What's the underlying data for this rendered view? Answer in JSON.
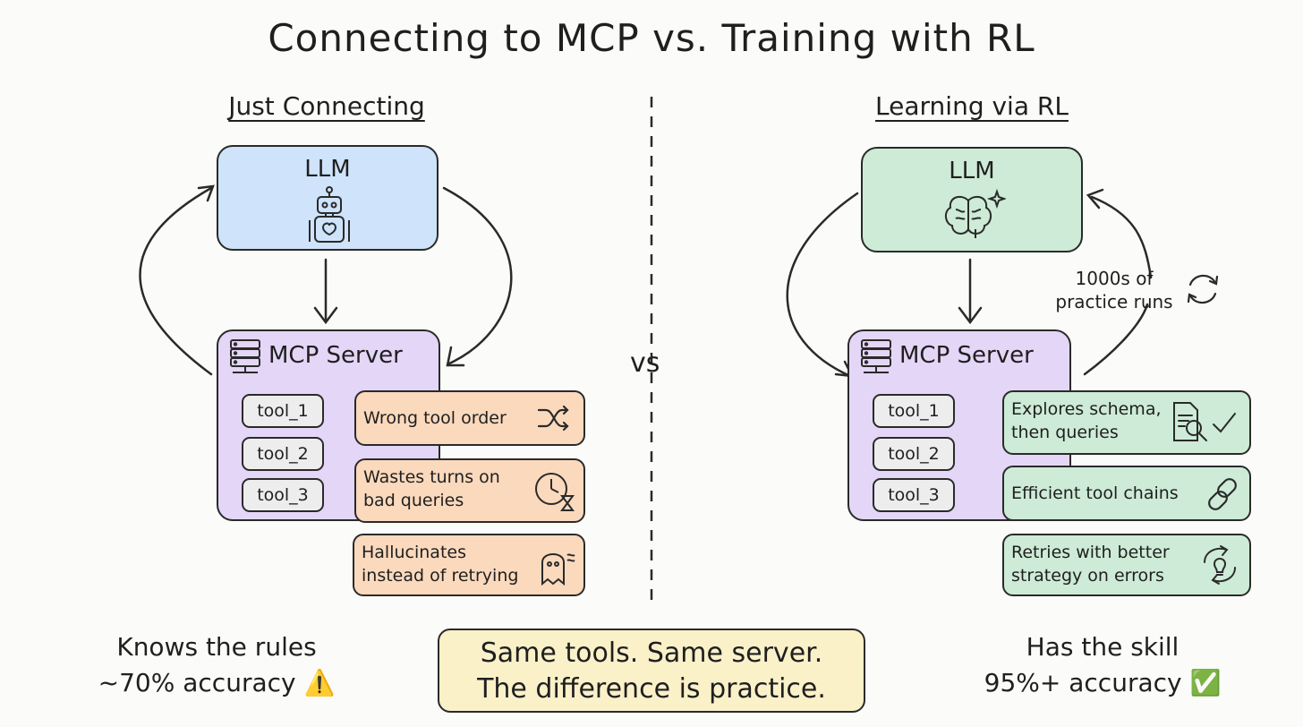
{
  "title": "Connecting to MCP vs. Training with RL",
  "left": {
    "heading": "Just Connecting",
    "llm_label": "LLM",
    "llm_color": "#cfe3fa",
    "server_label": "MCP Server",
    "tools": [
      "tool_1",
      "tool_2",
      "tool_3"
    ],
    "notes": [
      {
        "text": "Wrong tool order",
        "icon": "shuffle-icon"
      },
      {
        "text": "Wastes turns on bad queries",
        "icon": "clock-hourglass-icon"
      },
      {
        "text": "Hallucinates instead of retrying",
        "icon": "ghost-icon"
      }
    ],
    "outcome_line1": "Knows the rules",
    "outcome_line2": "~70% accuracy ⚠️"
  },
  "right": {
    "heading": "Learning via RL",
    "llm_label": "LLM",
    "llm_color": "#cdebd6",
    "server_label": "MCP Server",
    "tools": [
      "tool_1",
      "tool_2",
      "tool_3"
    ],
    "notes": [
      {
        "text": "Explores schema, then queries",
        "icon": "document-search-check-icon"
      },
      {
        "text": "Efficient tool chains",
        "icon": "chain-link-icon"
      },
      {
        "text": "Retries with better strategy on errors",
        "icon": "lightbulb-refresh-icon"
      }
    ],
    "practice_label": "1000s of practice runs",
    "outcome_line1": "Has the skill",
    "outcome_line2": "95%+ accuracy ✅"
  },
  "vs_label": "vs",
  "summary_line1": "Same tools. Same server.",
  "summary_line2": "The difference is practice."
}
